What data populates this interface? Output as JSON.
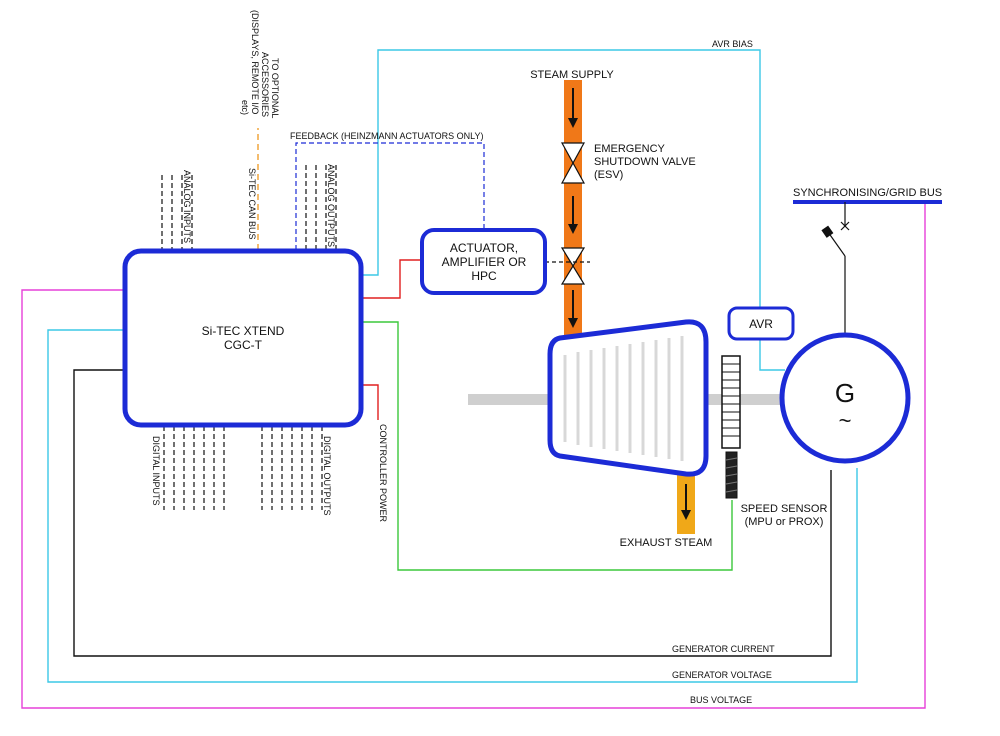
{
  "controller": {
    "line1": "Si-TEC XTEND",
    "line2": "CGC-T"
  },
  "actuator": {
    "line1": "ACTUATOR,",
    "line2": "AMPLIFIER OR",
    "line3": "HPC"
  },
  "avr_box": "AVR",
  "generator": {
    "symbol": "G",
    "ac_symbol": "~"
  },
  "labels": {
    "avr_bias": "AVR BIAS",
    "steam_supply": "STEAM SUPPLY",
    "esv_line1": "EMERGENCY",
    "esv_line2": "SHUTDOWN VALVE",
    "esv_line3": "(ESV)",
    "sync_bus": "SYNCHRONISING/GRID BUS",
    "feedback": "FEEDBACK (HEINZMANN ACTUATORS ONLY)",
    "analog_inputs": "ANALOG INPUTS",
    "analog_outputs": "ANALOG OUTPUTS",
    "can_bus": "Si-TEC CAN BUS",
    "accessories_line1": "TO OPTIONAL",
    "accessories_line2": "ACCESSORIES",
    "accessories_line3": "(DISPLAYS, REMOTE I/O",
    "accessories_line4": "etc)",
    "digital_inputs": "DIGITAL INPUTS",
    "digital_outputs": "DIGITAL OUTPUTS",
    "controller_power": "CONTROLLER POWER",
    "exhaust_steam": "EXHAUST STEAM",
    "speed_sensor_line1": "SPEED SENSOR",
    "speed_sensor_line2": "(MPU or PROX)",
    "generator_current": "GENERATOR CURRENT",
    "generator_voltage": "GENERATOR VOLTAGE",
    "bus_voltage": "BUS VOLTAGE"
  },
  "colors": {
    "blue": "#1c2bd6",
    "cyan": "#3cc8e6",
    "magenta": "#e640d8",
    "green": "#3cc83c",
    "red": "#e02020",
    "orange": "#f07818",
    "yellow_orange": "#f0a818",
    "shaft": "#cfcfcf",
    "dash_orange": "#f0a030"
  }
}
